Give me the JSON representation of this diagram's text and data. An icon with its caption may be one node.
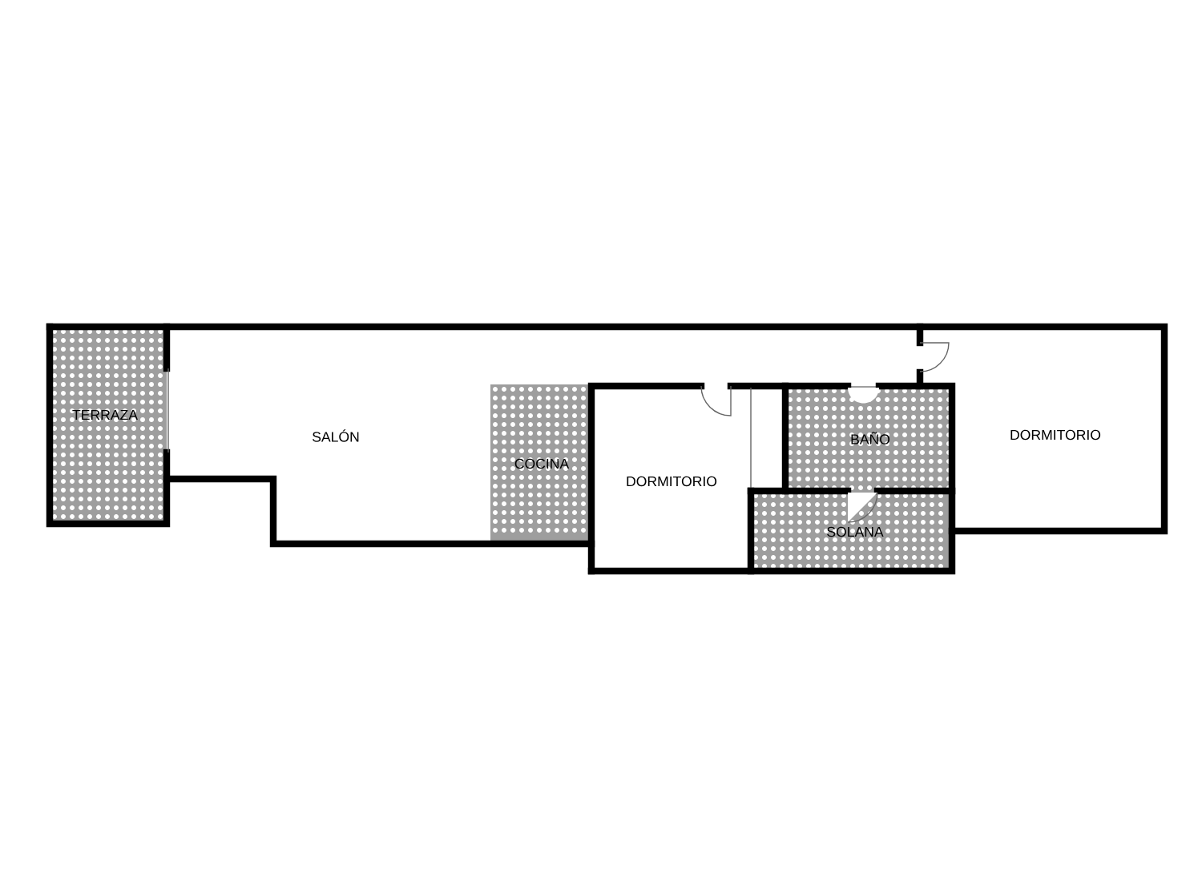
{
  "diagram": {
    "labels": [
      "TERRAZA",
      "SALÓN",
      "COCINA",
      "DORMITORIO",
      "BAÑO",
      "SOLANA",
      "DORMITORIO"
    ]
  }
}
